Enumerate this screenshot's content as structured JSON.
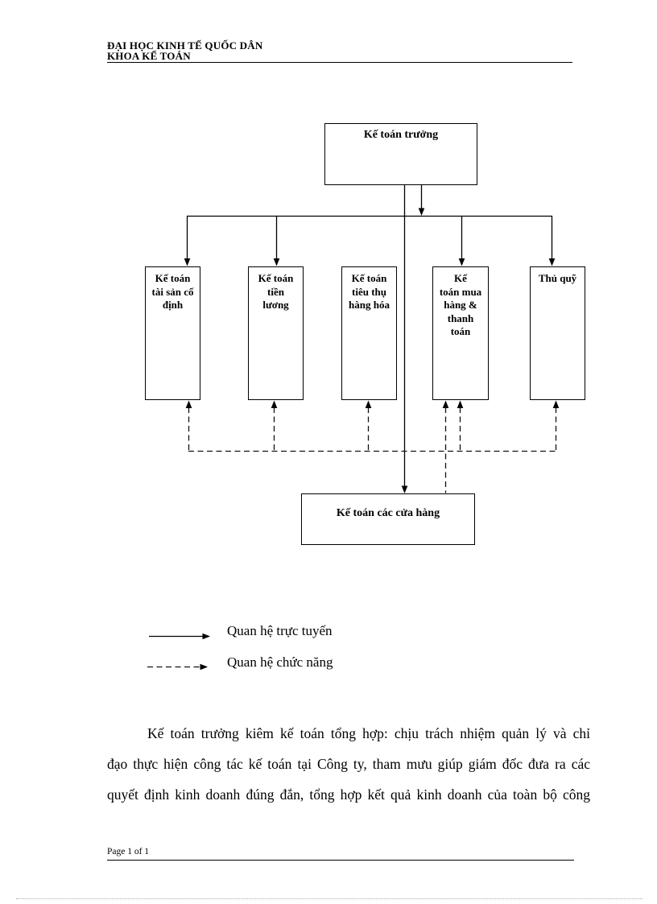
{
  "header": {
    "line1": "ĐẠI HỌC KINH TẾ QUỐC DÂN",
    "line2": "KHOA KẾ TOÁN"
  },
  "org_chart": {
    "top_box": {
      "lines": [
        "Kế toán trưởng"
      ]
    },
    "middle_boxes": [
      {
        "lines": [
          "Kế toán",
          "tài sản cố",
          "định"
        ]
      },
      {
        "lines": [
          "Kế toán",
          "tiền",
          "lương"
        ]
      },
      {
        "lines": [
          "Kế toán",
          "tiêu thụ",
          "hàng hóa"
        ]
      },
      {
        "lines": [
          "Kế",
          "toán mua",
          "hàng &",
          "thanh",
          "toán"
        ]
      },
      {
        "lines": [
          "Thủ quỹ"
        ]
      }
    ],
    "bottom_box": {
      "lines": [
        "Kế toán các cửa hàng"
      ]
    }
  },
  "legend": {
    "items": [
      {
        "type": "solid-arrow",
        "label": "Quan hệ trực tuyến"
      },
      {
        "type": "dashed-arrow",
        "label": "Quan hệ chức năng"
      }
    ]
  },
  "paragraph": {
    "lines": [
      "Kế toán trưởng kiêm kế toán tổng hợp: chịu trách nhiệm quản lý và chỉ",
      "đạo thực hiện công tác kế toán tại Công ty, tham mưu giúp giám đốc đưa ra các",
      "quyết định kinh doanh đúng đắn, tổng hợp kết quả kinh doanh của toàn bộ công"
    ]
  },
  "footer": {
    "page_label": "Page 1 of 1"
  },
  "colors": {
    "ink": "#000000",
    "page_bg": "#ffffff",
    "edge_dots": "#adadad"
  }
}
